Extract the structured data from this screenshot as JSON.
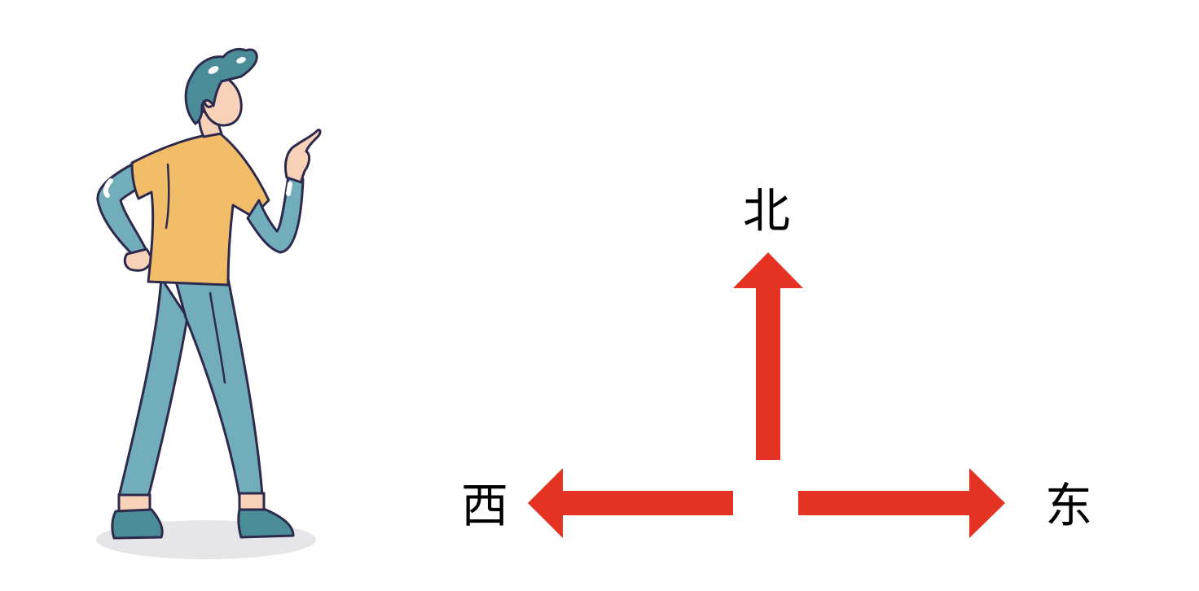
{
  "directions": {
    "north": "北",
    "west": "西",
    "east": "东"
  },
  "colors": {
    "arrow": "#e53323",
    "shirt": "#f2bd69",
    "skin_and_pants": "#72adbb",
    "outline": "#2d2a4e",
    "shadow": "#e6e6e8"
  },
  "icons": {
    "person": "pointing-person-illustration",
    "north_arrow": "arrow-up-icon",
    "west_arrow": "arrow-left-icon",
    "east_arrow": "arrow-right-icon"
  }
}
